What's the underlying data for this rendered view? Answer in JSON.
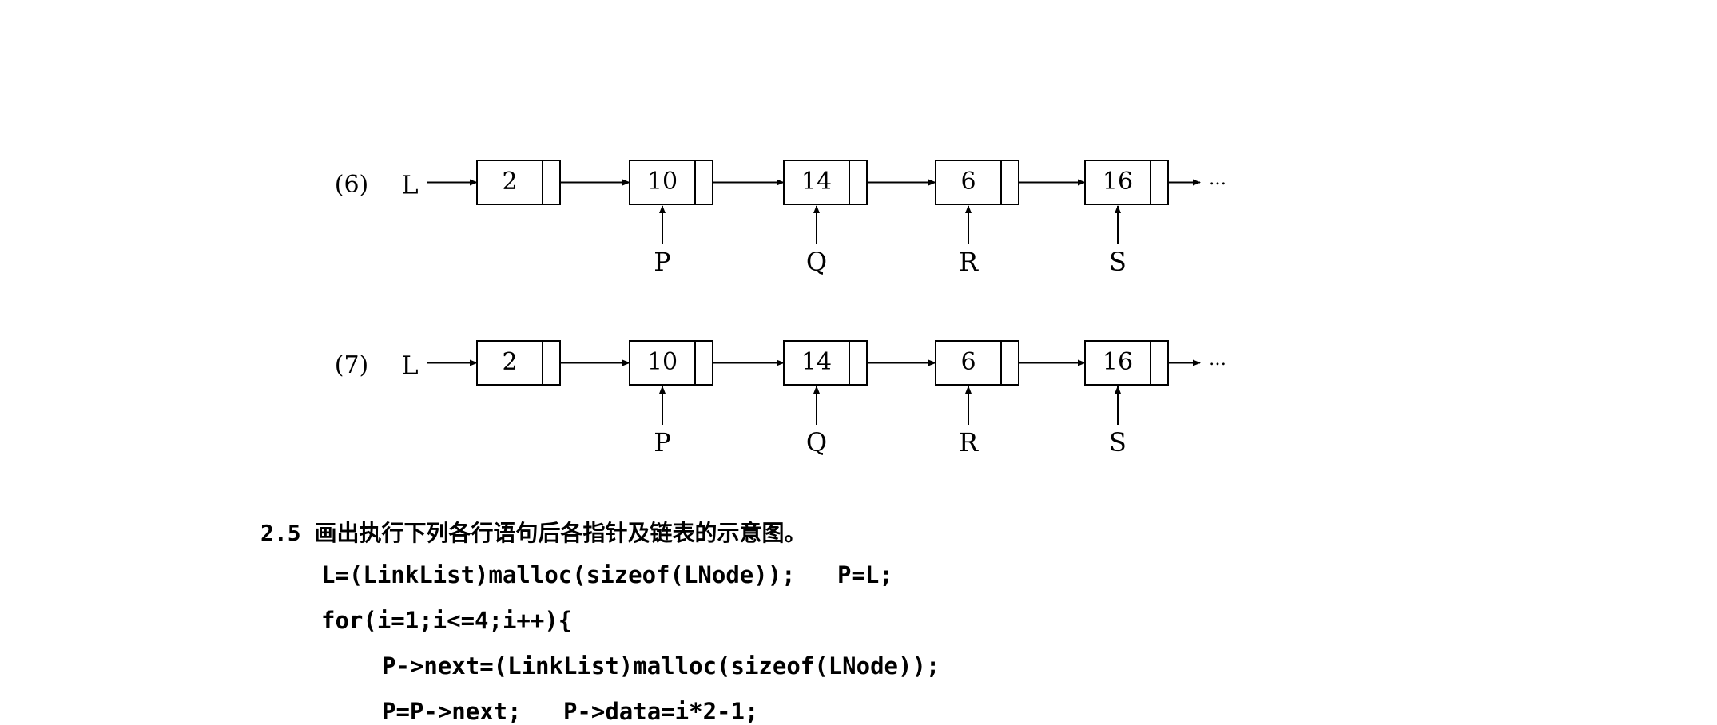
{
  "diagrams": [
    {
      "label": "(6)",
      "head": "L",
      "nodes": [
        "2",
        "10",
        "14",
        "6",
        "16"
      ],
      "pointers": [
        {
          "name": "P",
          "node_index": 1
        },
        {
          "name": "Q",
          "node_index": 2
        },
        {
          "name": "R",
          "node_index": 3
        },
        {
          "name": "S",
          "node_index": 4
        }
      ],
      "tail": "…"
    },
    {
      "label": "(7)",
      "head": "L",
      "nodes": [
        "2",
        "10",
        "14",
        "6",
        "16"
      ],
      "pointers": [
        {
          "name": "P",
          "node_index": 1
        },
        {
          "name": "Q",
          "node_index": 2
        },
        {
          "name": "R",
          "node_index": 3
        },
        {
          "name": "S",
          "node_index": 4
        }
      ],
      "tail": "…"
    }
  ],
  "question": {
    "number": "2.5",
    "text": "画出执行下列各行语句后各指针及链表的示意图。"
  },
  "code": {
    "line1": "L=(LinkList)malloc(sizeof(LNode));   P=L;",
    "line2": "for(i=1;i<=4;i++){",
    "line3": "P->next=(LinkList)malloc(sizeof(LNode));",
    "line4": "P=P->next;   P->data=i*2-1;"
  }
}
